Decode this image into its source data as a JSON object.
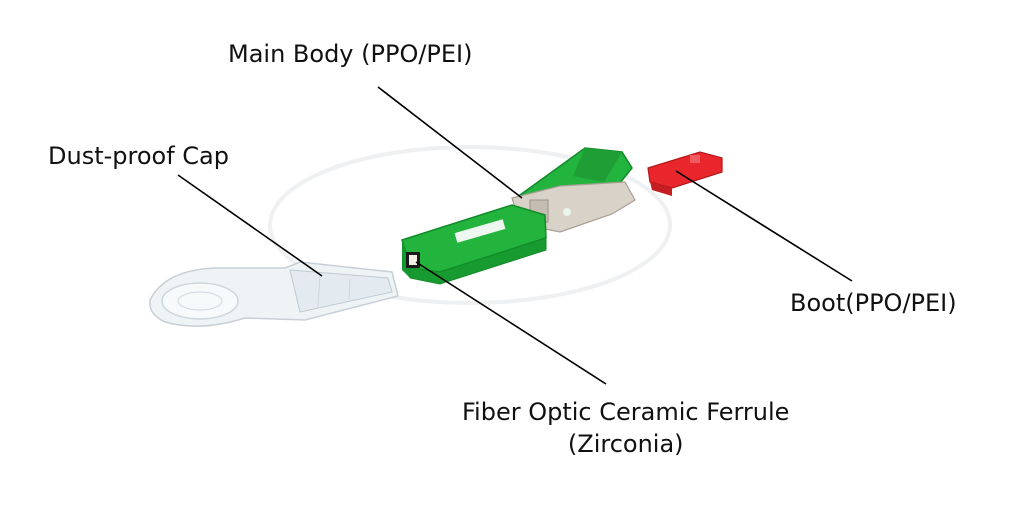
{
  "labels": {
    "main_body": "Main Body (PPO/PEI)",
    "dust_cap": "Dust-proof Cap",
    "boot": "Boot(PPO/PEI)",
    "ferrule_line1": "Fiber Optic Ceramic Ferrule",
    "ferrule_line2": "(Zirconia)"
  },
  "colors": {
    "body_green": "#22b43c",
    "body_green_dark": "#138a2a",
    "inner_beige": "#d9d2c8",
    "boot_red": "#e8262c",
    "cap_clear": "#e8eef3",
    "leader_line": "#000000"
  }
}
